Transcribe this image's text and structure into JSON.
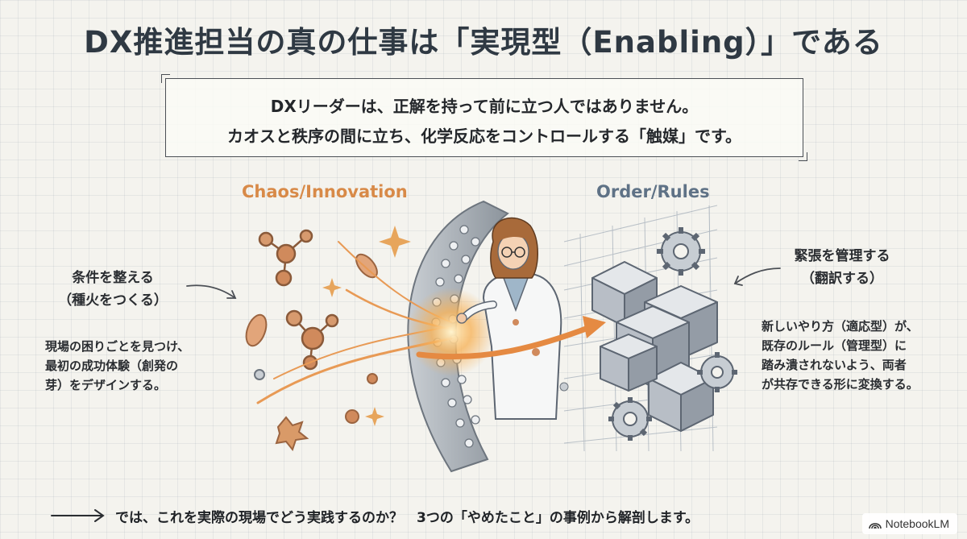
{
  "title": "DX推進担当の真の仕事は「実現型（Enabling）」である",
  "quote": {
    "line1": "DXリーダーは、正解を持って前に立つ人ではありません。",
    "line2": "カオスと秩序の間に立ち、化学反応をコントロールする「触媒」です。"
  },
  "labels": {
    "chaos": "Chaos/Innovation",
    "order": "Order/Rules"
  },
  "left": {
    "heading": [
      "条件を整える",
      "（種火をつくる）"
    ],
    "body": [
      "現場の困りごとを見つけ、",
      "最初の成功体験（創発の",
      "芽）をデザインする。"
    ]
  },
  "right": {
    "heading": [
      "緊張を管理する",
      "（翻訳する）"
    ],
    "body": [
      "新しいやり方（適応型）が、",
      "既存のルール（管理型）に",
      "踏み潰されないよう、両者",
      "が共存できる形に変換する。"
    ]
  },
  "footer": "では、これを実際の現場でどう実践するのか？　3つの「やめたこと」の事例から解剖します。",
  "badge": "NotebookLM",
  "colors": {
    "chaos": "#d88a48",
    "order": "#5f7286",
    "membrane": "#9aa3ad"
  }
}
